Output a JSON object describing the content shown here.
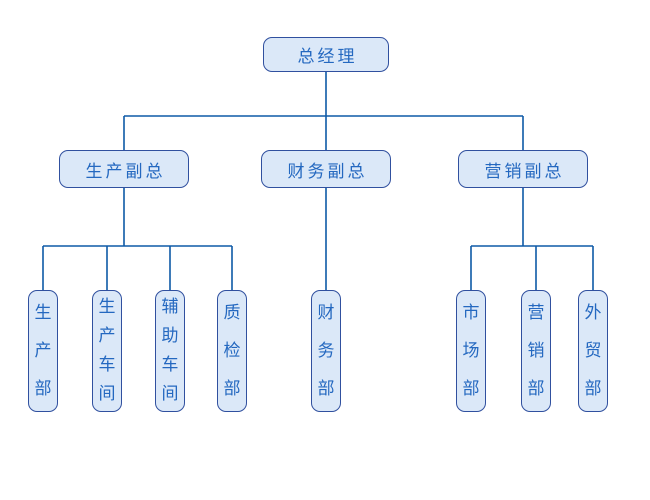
{
  "style": {
    "background": "#ffffff",
    "box_fill": "#dbe8f8",
    "box_border": "#30509f",
    "text_color": "#2468c0",
    "line_color": "#0e5aa7"
  },
  "org": {
    "root": {
      "label": "总经理"
    },
    "branches": [
      {
        "label": "生产副总",
        "children": [
          {
            "label": "生产部"
          },
          {
            "label": "生产车间"
          },
          {
            "label": "辅助车间"
          },
          {
            "label": "质检部"
          }
        ]
      },
      {
        "label": "财务副总",
        "children": [
          {
            "label": "财务部"
          }
        ]
      },
      {
        "label": "营销副总",
        "children": [
          {
            "label": "市场部"
          },
          {
            "label": "营销部"
          },
          {
            "label": "外贸部"
          }
        ]
      }
    ]
  }
}
